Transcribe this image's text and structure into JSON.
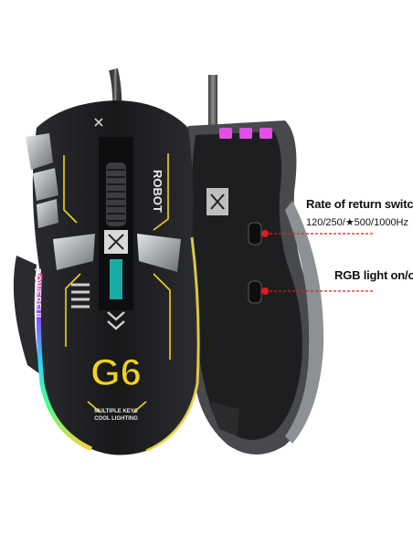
{
  "product": {
    "model_badge": "G6",
    "top_brand": "ROBOT",
    "side_brand": "POWERFUL",
    "keys_line": "MULTIPLE KEYS",
    "lighting_line": "COOL LIGHTING",
    "logo_mark": "X"
  },
  "callouts": [
    {
      "title": "Rate of return switch",
      "sub": "120/250/★500/1000Hz"
    },
    {
      "title": "RGB light on/off",
      "sub": ""
    }
  ],
  "colors": {
    "body": "#1a1b1d",
    "silver": "#b9bcc0",
    "accent_yellow": "#f2d21b",
    "glow_pink": "#e24fe6",
    "glow_cyan": "#21d3c8",
    "callout_red": "#e31b1b"
  }
}
